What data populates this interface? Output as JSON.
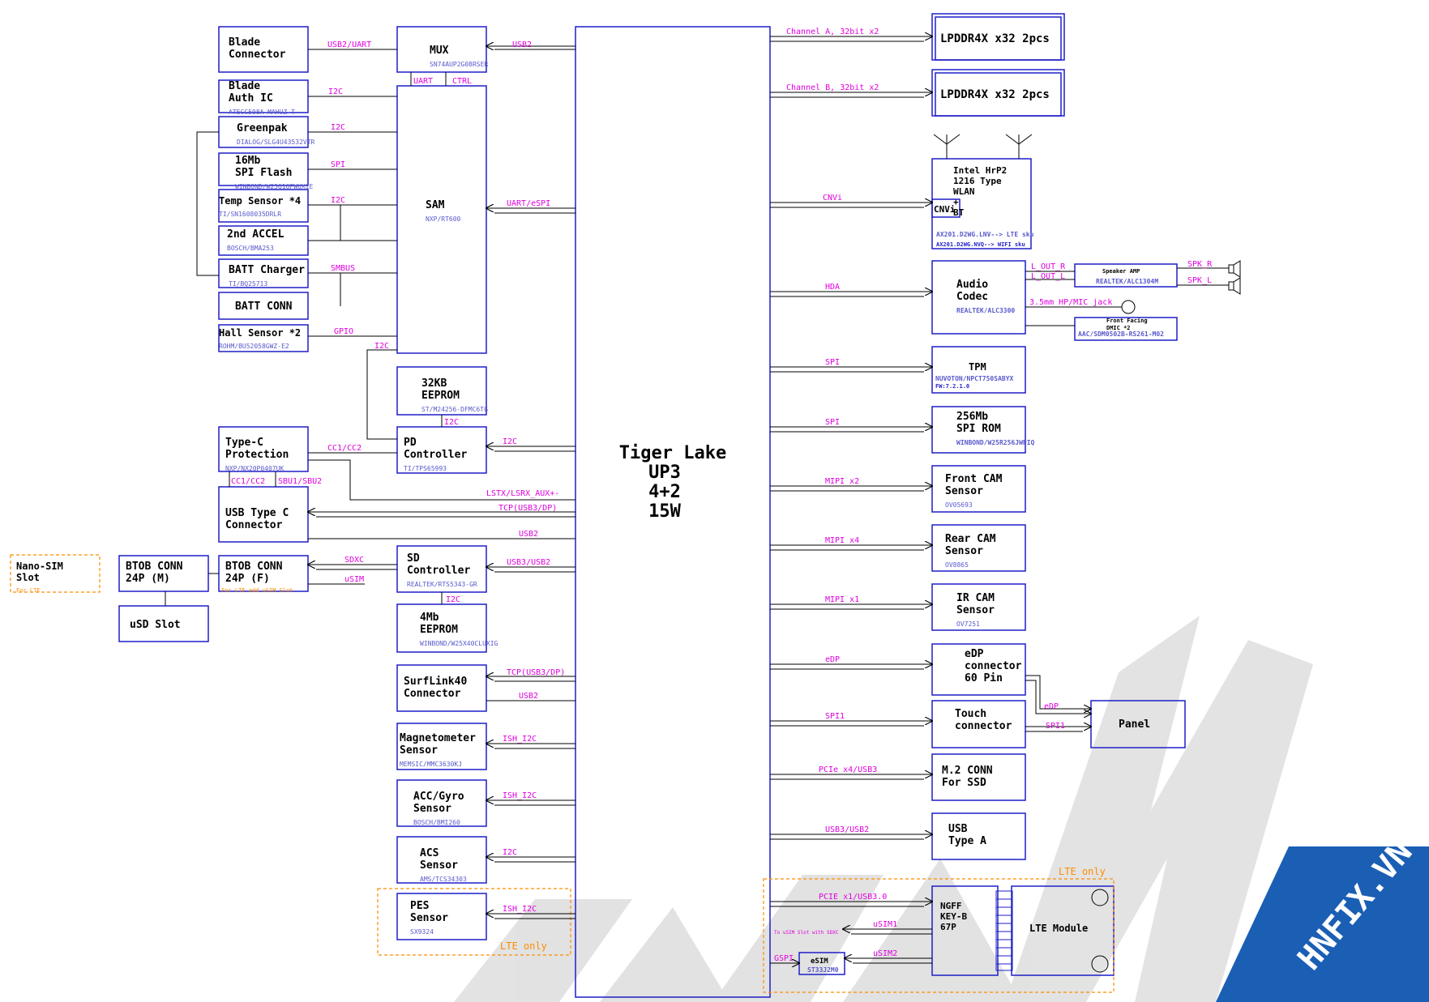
{
  "cpu": {
    "lines": [
      "Tiger Lake",
      "UP3",
      "4+2",
      "15W"
    ]
  },
  "blocks": [
    {
      "id": "blade_conn",
      "lines": [
        "Blade",
        "Connector"
      ],
      "sub": ""
    },
    {
      "id": "mux",
      "lines": [
        "MUX"
      ],
      "sub": "SN74AUP2G08RSER"
    },
    {
      "id": "blade_auth",
      "lines": [
        "Blade",
        "Auth IC"
      ],
      "sub": "ATECC508A-MAHUZ-T"
    },
    {
      "id": "greenpak",
      "lines": [
        "Greenpak"
      ],
      "sub": "DIALOG/SLG4U43532VTR"
    },
    {
      "id": "spi_flash",
      "lines": [
        "16Mb",
        "SPI Flash"
      ],
      "sub": "WINBOND/W25Q16FWUXIE"
    },
    {
      "id": "temp_sensor",
      "lines": [
        "Temp Sensor *4"
      ],
      "sub": "TI/SN1608035DRLR"
    },
    {
      "id": "accel2",
      "lines": [
        "2nd ACCEL"
      ],
      "sub": "BOSCH/BMA253"
    },
    {
      "id": "batt_charger",
      "lines": [
        "BATT Charger"
      ],
      "sub": "TI/BQ25713"
    },
    {
      "id": "batt_conn",
      "lines": [
        "BATT CONN"
      ],
      "sub": ""
    },
    {
      "id": "hall",
      "lines": [
        "Hall Sensor *2"
      ],
      "sub": "ROHM/BU52058GWZ-E2"
    },
    {
      "id": "sam",
      "lines": [
        "SAM"
      ],
      "sub": "NXP/RT600"
    },
    {
      "id": "eeprom32",
      "lines": [
        "32KB",
        "EEPROM"
      ],
      "sub": "ST/M24256-DFMC6TG"
    },
    {
      "id": "typec_prot",
      "lines": [
        "Type-C",
        "Protection"
      ],
      "sub": "NXP/NX20P0407UK"
    },
    {
      "id": "pd",
      "lines": [
        "PD",
        "Controller"
      ],
      "sub": "TI/TPS65993"
    },
    {
      "id": "usbc_conn",
      "lines": [
        "USB Type C",
        "Connector"
      ],
      "sub": ""
    },
    {
      "id": "nano_sim",
      "lines": [
        "Nano-SIM",
        "Slot"
      ],
      "sub": "For LTE"
    },
    {
      "id": "btob_m",
      "lines": [
        "BTOB CONN",
        "24P (M)"
      ],
      "sub": ""
    },
    {
      "id": "btob_f",
      "lines": [
        "BTOB CONN",
        "24P (F)"
      ],
      "sub": "For LTE add uSIM Slot"
    },
    {
      "id": "usd",
      "lines": [
        "uSD Slot"
      ],
      "sub": ""
    },
    {
      "id": "sd",
      "lines": [
        "SD",
        "Controller"
      ],
      "sub": "REALTEK/RTS5343-GR"
    },
    {
      "id": "eeprom4",
      "lines": [
        "4Mb",
        "EEPROM"
      ],
      "sub": "WINBOND/W25X40CLUXIG"
    },
    {
      "id": "surflink",
      "lines": [
        "SurfLink40",
        "Connector"
      ],
      "sub": ""
    },
    {
      "id": "magneto",
      "lines": [
        "Magnetometer",
        "Sensor"
      ],
      "sub": "MEMSIC/MMC3630KJ"
    },
    {
      "id": "accgyro",
      "lines": [
        "ACC/Gyro",
        "Sensor"
      ],
      "sub": "BOSCH/BMI260"
    },
    {
      "id": "acs",
      "lines": [
        "ACS",
        "Sensor"
      ],
      "sub": "AMS/TCS34303"
    },
    {
      "id": "pes",
      "lines": [
        "PES",
        "Sensor"
      ],
      "sub": "SX9324"
    },
    {
      "id": "lpddr_a",
      "lines": [
        "LPDDR4X x32 2pcs"
      ],
      "sub": ""
    },
    {
      "id": "lpddr_b",
      "lines": [
        "LPDDR4X x32 2pcs"
      ],
      "sub": ""
    },
    {
      "id": "wlan",
      "lines": [
        "Intel HrP2",
        "1216 Type",
        "WLAN",
        "+",
        "BT"
      ],
      "sub": "AX201.D2WG.LNV--> LTE sku",
      "sub2": "AX201.D2WG.NVQ--> WIFI sku",
      "inner": "CNVi"
    },
    {
      "id": "audio",
      "lines": [
        "Audio",
        "Codec"
      ],
      "sub": "REALTEK/ALC3300"
    },
    {
      "id": "spk_amp",
      "lines": [
        "Speaker AMP"
      ],
      "sub": "REALTEK/ALC1304M"
    },
    {
      "id": "dmic",
      "lines": [
        "Front Facing",
        "DMIC *2"
      ],
      "sub": "AAC/SDM0502B-RS261-M02"
    },
    {
      "id": "tpm",
      "lines": [
        "TPM"
      ],
      "sub": "NUVOTON/NPCT750SABYX",
      "sub2": "FW:7.2.1.0"
    },
    {
      "id": "spi_rom",
      "lines": [
        "256Mb",
        "SPI ROM"
      ],
      "sub": "WINBOND/W25R256JWPIQ"
    },
    {
      "id": "front_cam",
      "lines": [
        "Front CAM",
        "Sensor"
      ],
      "sub": "OV05693"
    },
    {
      "id": "rear_cam",
      "lines": [
        "Rear CAM",
        "Sensor"
      ],
      "sub": "OV8865"
    },
    {
      "id": "ir_cam",
      "lines": [
        "IR CAM",
        "Sensor"
      ],
      "sub": "OV7251"
    },
    {
      "id": "edp_conn",
      "lines": [
        "eDP",
        "connector",
        "60 Pin"
      ],
      "sub": ""
    },
    {
      "id": "touch",
      "lines": [
        "Touch",
        "connector"
      ],
      "sub": ""
    },
    {
      "id": "panel",
      "lines": [
        "Panel"
      ],
      "sub": ""
    },
    {
      "id": "m2_ssd",
      "lines": [
        "M.2 CONN",
        "For SSD"
      ],
      "sub": ""
    },
    {
      "id": "usb_a",
      "lines": [
        "USB",
        "Type A"
      ],
      "sub": ""
    },
    {
      "id": "ngff",
      "lines": [
        "NGFF",
        "KEY-B",
        "67P"
      ],
      "sub": ""
    },
    {
      "id": "lte",
      "lines": [
        "LTE Module"
      ],
      "sub": ""
    },
    {
      "id": "esim",
      "lines": [
        "eSIM"
      ],
      "sub": "ST33J2M0"
    }
  ],
  "signals": {
    "usb2_uart": "USB2/UART",
    "usb2": "USB2",
    "uart": "UART",
    "ctrl": "CTRL",
    "i2c": "I2C",
    "spi": "SPI",
    "smbus": "SMBUS",
    "gpio": "GPIO",
    "uart_espi": "UART/eSPI",
    "cc1_cc2": "CC1/CC2",
    "sbu": "SBU1/SBU2",
    "lstx": "LSTX/LSRX_AUX+-",
    "tcp": "TCP(USB3/DP)",
    "sdxc": "SDXC",
    "usim": "uSIM",
    "usb3_usb2": "USB3/USB2",
    "ish_i2c": "ISH_I2C",
    "ch_a": "Channel A, 32bit x2",
    "ch_b": "Channel B, 32bit x2",
    "cnvi": "CNVi",
    "hda": "HDA",
    "mipi2": "MIPI x2",
    "mipi4": "MIPI x4",
    "mipi1": "MIPI x1",
    "edp": "eDP",
    "spi1": "SPI1",
    "pcie4": "PCIe x4/USB3",
    "lout_r": "L_OUT_R",
    "lout_l": "L_OUT_L",
    "spk_r": "SPK_R",
    "spk_l": "SPK_L",
    "hp": "3.5mm HP/MIC jack",
    "pcie1": "PCIE x1/USB3.0",
    "usim1": "uSIM1",
    "usim2": "uSIM2",
    "gspi": "GSPI",
    "to_usim": "To uSIM Slot with SDXC"
  },
  "notes": {
    "lte_only": "LTE only"
  },
  "watermark": {
    "text": "HNFIX.VN",
    "color": "#1a5fb4"
  },
  "colors": {
    "box": "#1e1ec8",
    "signal": "#e000e0",
    "lte_frame": "#ff8c00",
    "sub": "#5a5acd"
  }
}
